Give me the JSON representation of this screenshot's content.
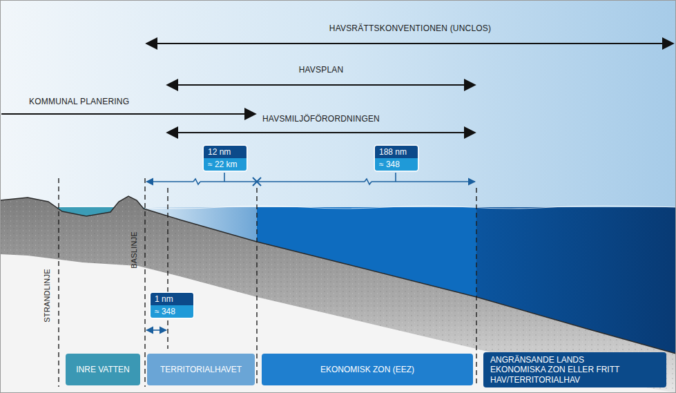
{
  "diagram": {
    "nodes": [
      {
        "text": [
          "12 nm",
          "≈ 22 km"
        ]
      },
      {
        "text": [
          "188 nm",
          "≈ 348"
        ]
      },
      {
        "text": [
          "1 nm",
          "≈ 348"
        ]
      },
      {
        "text": [
          "INRE VATTEN"
        ]
      },
      {
        "text": [
          "TERRITORIALHAVET"
        ]
      },
      {
        "text": [
          "EKONOMISK ZON (EEZ)"
        ]
      },
      {
        "text": [
          "ANGRÄNSANDE LANDS EKONOMISKA ZON ELLER FRITT HAV/TERRITORIALHAV"
        ]
      }
    ],
    "labels": [
      "HAVSRÄTTSKONVENTIONEN (UNCLOS)",
      "HAVSPLAN",
      "KOMMUNAL PLANERING",
      "HAVSMILJÖFÖRORDNINGEN",
      "STRANDLINJE",
      "BASLINJE"
    ]
  }
}
